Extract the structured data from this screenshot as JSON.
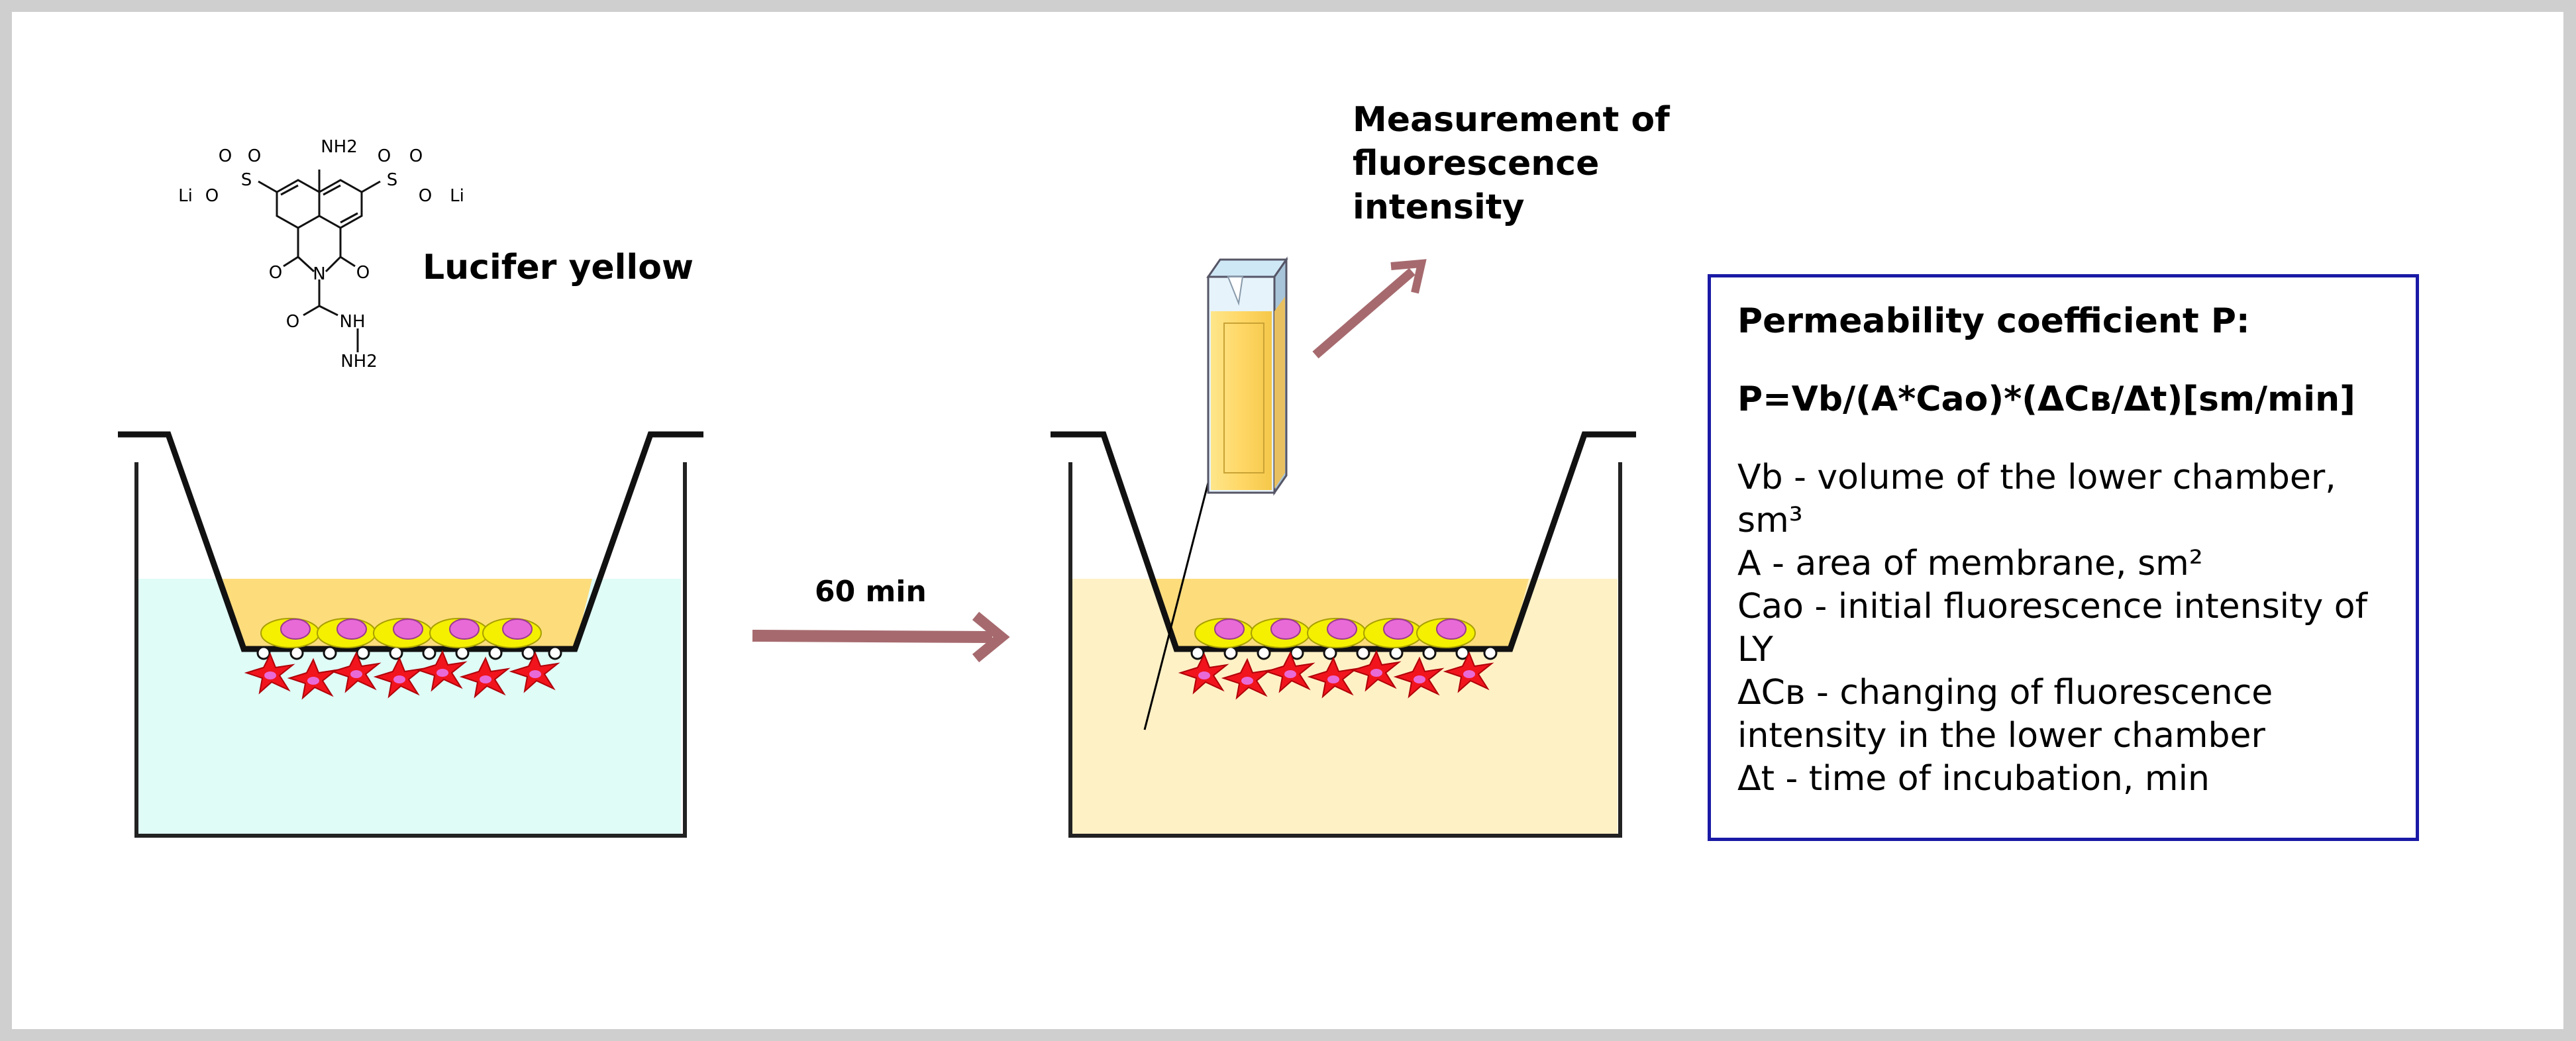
{
  "compound": {
    "name": "Lucifer yellow",
    "atoms": {
      "amine_top": "NH2",
      "sulfonate_o": "O",
      "sulfur": "S",
      "lithium": "Li",
      "ring_n": "N",
      "carbonyl_o": "O",
      "hydrazide_nh": "NH",
      "hydrazide_nh2": "NH2"
    }
  },
  "step": {
    "incubation_time": "60 min"
  },
  "measurement": {
    "label": "Measurement of fluorescence intensity"
  },
  "formula_box": {
    "title": "Permeability coefficient P:",
    "equation": "P=Vb/(A*Cao)*(ΔCв/Δt)[sm/min]",
    "definitions": [
      "Vb - volume of the lower chamber, sm³",
      "A - area of membrane, sm²",
      "Cao - initial fluorescence intensity of LY",
      "ΔCв - changing of fluorescence intensity in the lower chamber",
      "Δt - time of incubation, min"
    ]
  },
  "colors": {
    "lower_chamber_before": "#dffcf7",
    "lower_chamber_after": "#fff1c6",
    "upper_medium": "#fddc7c",
    "cell_layer": "#f4f000",
    "cell_nucleus": "#e86ad7",
    "astrocyte": "#f1141c",
    "arrow": "#a66a6e",
    "box_border": "#1a1aa6"
  }
}
